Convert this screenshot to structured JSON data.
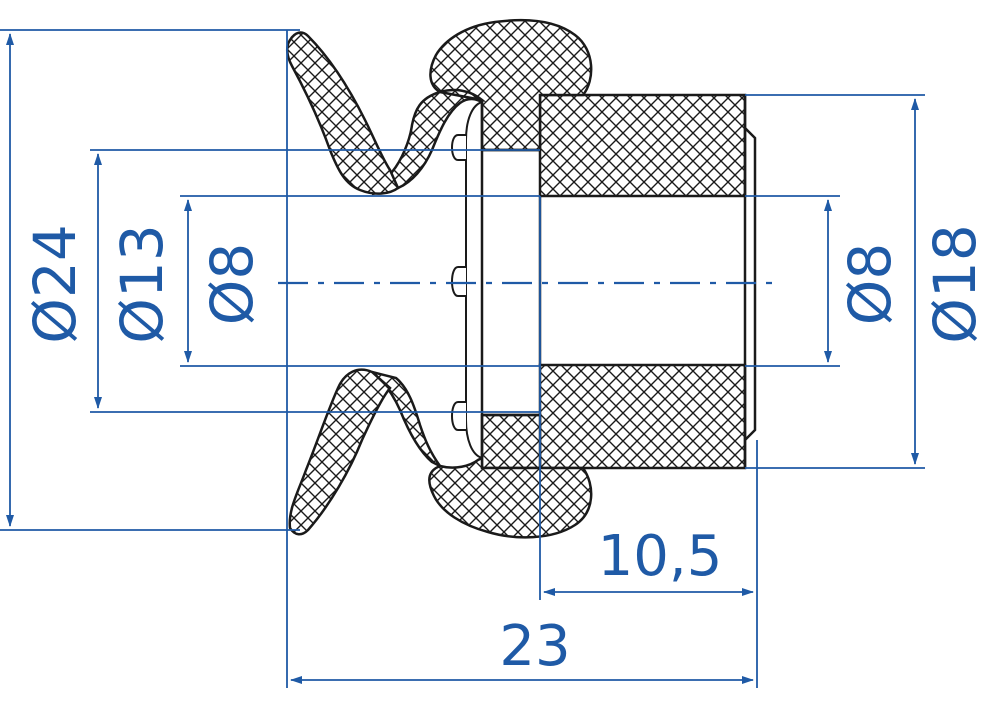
{
  "drawing": {
    "dimensions": {
      "overall_diameter": "Ø24",
      "inner_lip_diameter": "Ø13",
      "bore_diameter_left": "Ø8",
      "bore_diameter_right": "Ø8",
      "shank_diameter": "Ø18",
      "shank_length": "10,5",
      "overall_length": "23"
    },
    "colors": {
      "dimension_lines": "#1f5aa6",
      "outline": "#1a1a1a",
      "hatch": "#1a1a1a",
      "background": "#ffffff"
    }
  }
}
